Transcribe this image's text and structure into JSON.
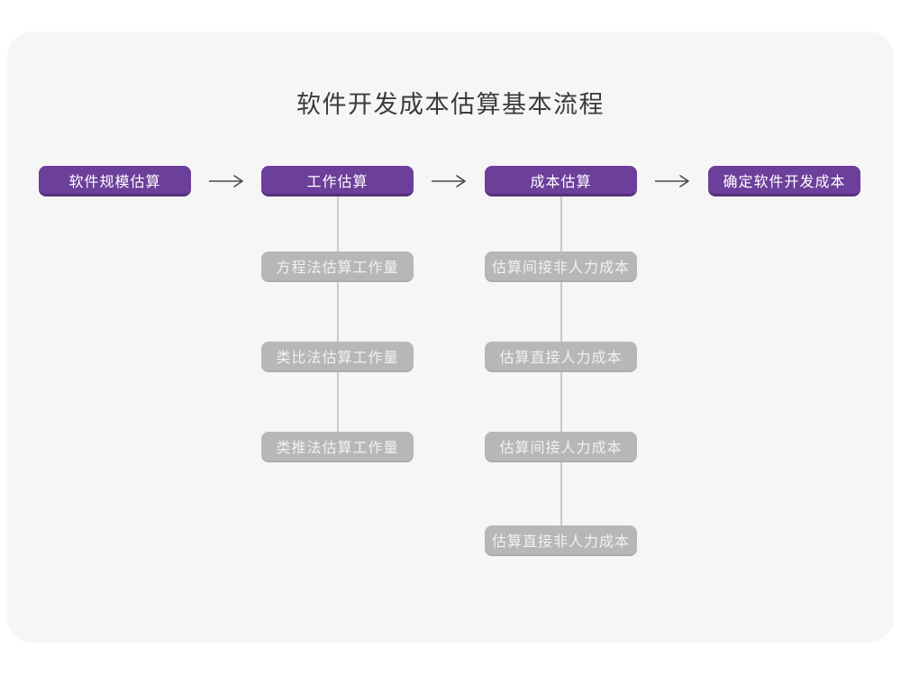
{
  "title": "软件开发成本估算基本流程",
  "colors": {
    "page_background": "#FFFFFF",
    "card_background": "#F6F6F7",
    "stage_fill": "#6C3F9B",
    "stage_bottom_edge": "#56307C",
    "stage_text": "#FFFFFF",
    "substep_fill": "#B7B7B7",
    "substep_text": "#F1F1F1",
    "arrow_stroke": "#484848",
    "connector_stroke": "#C9C9C9",
    "title_text": "#3B3B3B"
  },
  "flow": {
    "stages": [
      {
        "label": "软件规模估算",
        "substeps": []
      },
      {
        "label": "工作估算",
        "substeps": [
          "方程法估算工作量",
          "类比法估算工作量",
          "类推法估算工作量"
        ]
      },
      {
        "label": "成本估算",
        "substeps": [
          "估算间接非人力成本",
          "估算直接人力成本",
          "估算间接人力成本",
          "估算直接非人力成本"
        ]
      },
      {
        "label": "确定软件开发成本",
        "substeps": []
      }
    ]
  }
}
